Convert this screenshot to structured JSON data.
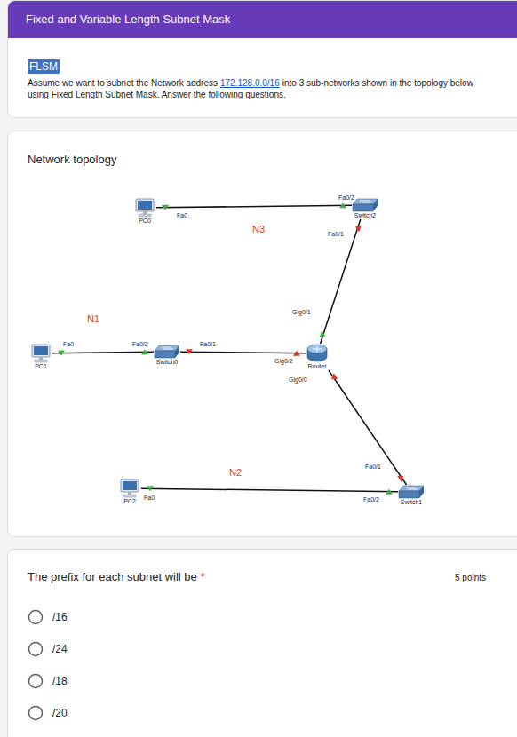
{
  "diagram": {
    "title": "Fixed and Variable Length Subnet Mask",
    "nodes": [
      {
        "text": [
          "FLSM",
          "Assume we want to subnet the Network address",
          "172.128.0.0/16",
          "into 3 sub-networks shown in the topology below using Fixed Length Subnet Mask. Answer the following questions."
        ]
      },
      {
        "text": [
          "Network topology"
        ]
      },
      {
        "text": [
          "PC0"
        ],
        "in": 1
      },
      {
        "text": [
          "Switch2"
        ],
        "in": 1
      },
      {
        "text": [
          "PC1"
        ],
        "in": 1
      },
      {
        "text": [
          "Switch0"
        ],
        "in": 1
      },
      {
        "text": [
          "Router"
        ],
        "in": 1
      },
      {
        "text": [
          "PC2"
        ],
        "in": 1
      },
      {
        "text": [
          "Switch1"
        ],
        "in": 1
      },
      {
        "text": [
          "The prefix for each subnet will be",
          "*",
          "5 points"
        ]
      },
      {
        "text": [
          "/16"
        ],
        "in": 9
      },
      {
        "text": [
          "/24"
        ],
        "in": 9
      },
      {
        "text": [
          "/18"
        ],
        "in": 9
      },
      {
        "text": [
          "/20"
        ],
        "in": 9
      }
    ],
    "edges": [
      {
        "from": 2,
        "to": 3,
        "arrow": "none"
      },
      {
        "from": 3,
        "to": 6,
        "arrow": "none"
      },
      {
        "from": 4,
        "to": 5,
        "arrow": "none"
      },
      {
        "from": 5,
        "to": 6,
        "arrow": "none"
      },
      {
        "from": 6,
        "to": 8,
        "arrow": "none"
      },
      {
        "from": 8,
        "to": 7,
        "arrow": "none"
      }
    ],
    "labels": [
      "Fa0",
      "Fa0/2",
      "Fa0/1",
      "N3",
      "N1",
      "Fa0",
      "Fa0/2",
      "Fa0/1",
      "Gig0/1",
      "Gig0/2",
      "Gig0/0",
      "N2",
      "Fa0/1",
      "Fa0/2",
      "Fa0"
    ]
  }
}
